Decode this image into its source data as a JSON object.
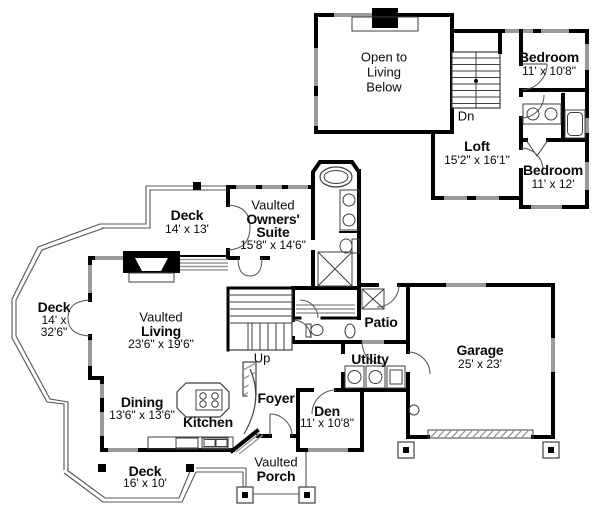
{
  "colors": {
    "wall": "#000000",
    "window": "#9a9a9a",
    "thin_line": "#3f3f3f",
    "hatch": "#999999",
    "background": "#ffffff",
    "text": "#0a0a0a"
  },
  "upper": {
    "open_to_living": {
      "line1": "Open to",
      "line2": "Living",
      "line3": "Below"
    },
    "stair_label": "Dn",
    "bedroom_front": {
      "name": "Bedroom",
      "dims": "11' x 10'8\""
    },
    "loft": {
      "name": "Loft",
      "dims": "15'2\" x 16'1\""
    },
    "bedroom_rear": {
      "name": "Bedroom",
      "dims": "11' x 12'"
    }
  },
  "main": {
    "deck_upper": {
      "name": "Deck",
      "dims": "14' x 13'"
    },
    "owners_suite": {
      "prefix": "Vaulted",
      "name1": "Owners'",
      "name2": "Suite",
      "dims": "15'8\" x 14'6\""
    },
    "deck_side": {
      "name": "Deck",
      "dims1": "14' x",
      "dims2": "32'6\""
    },
    "living": {
      "prefix": "Vaulted",
      "name": "Living",
      "dims": "23'6\" x 19'6\""
    },
    "stair_label": "Up",
    "patio": {
      "name": "Patio"
    },
    "utility": {
      "name": "Utility"
    },
    "garage": {
      "name": "Garage",
      "dims": "25' x 23'"
    },
    "dining": {
      "name": "Dining",
      "dims": "13'6\" x 13'6\""
    },
    "kitchen": {
      "name": "Kitchen"
    },
    "foyer": {
      "name": "Foyer"
    },
    "den": {
      "name": "Den",
      "dims": "11' x 10'8\""
    },
    "deck_lower": {
      "name": "Deck",
      "dims": "16' x 10'"
    },
    "porch": {
      "prefix": "Vaulted",
      "name": "Porch"
    }
  }
}
